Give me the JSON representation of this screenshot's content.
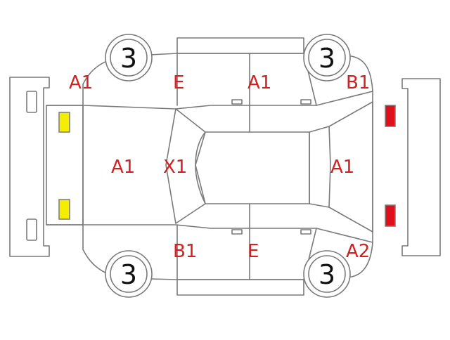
{
  "colors": {
    "outline": "#7a7a7a",
    "damage_code": "#d42020",
    "headlight": "#f5ee00",
    "taillight": "#e0101a",
    "wheel_label": "#111111"
  },
  "wheels": [
    {
      "id": "front-left",
      "label": "3"
    },
    {
      "id": "rear-left",
      "label": "3"
    },
    {
      "id": "front-right",
      "label": "3"
    },
    {
      "id": "rear-right",
      "label": "3"
    }
  ],
  "codes": {
    "left_front_fender": "A1",
    "left_front_door": "E",
    "left_rear_door": "A1",
    "left_rear_quarter": "B1",
    "hood": "A1",
    "windshield": "X1",
    "trunk": "A1",
    "right_front_door": "B1",
    "right_rear_door": "E",
    "right_rear_quarter": "A2"
  }
}
